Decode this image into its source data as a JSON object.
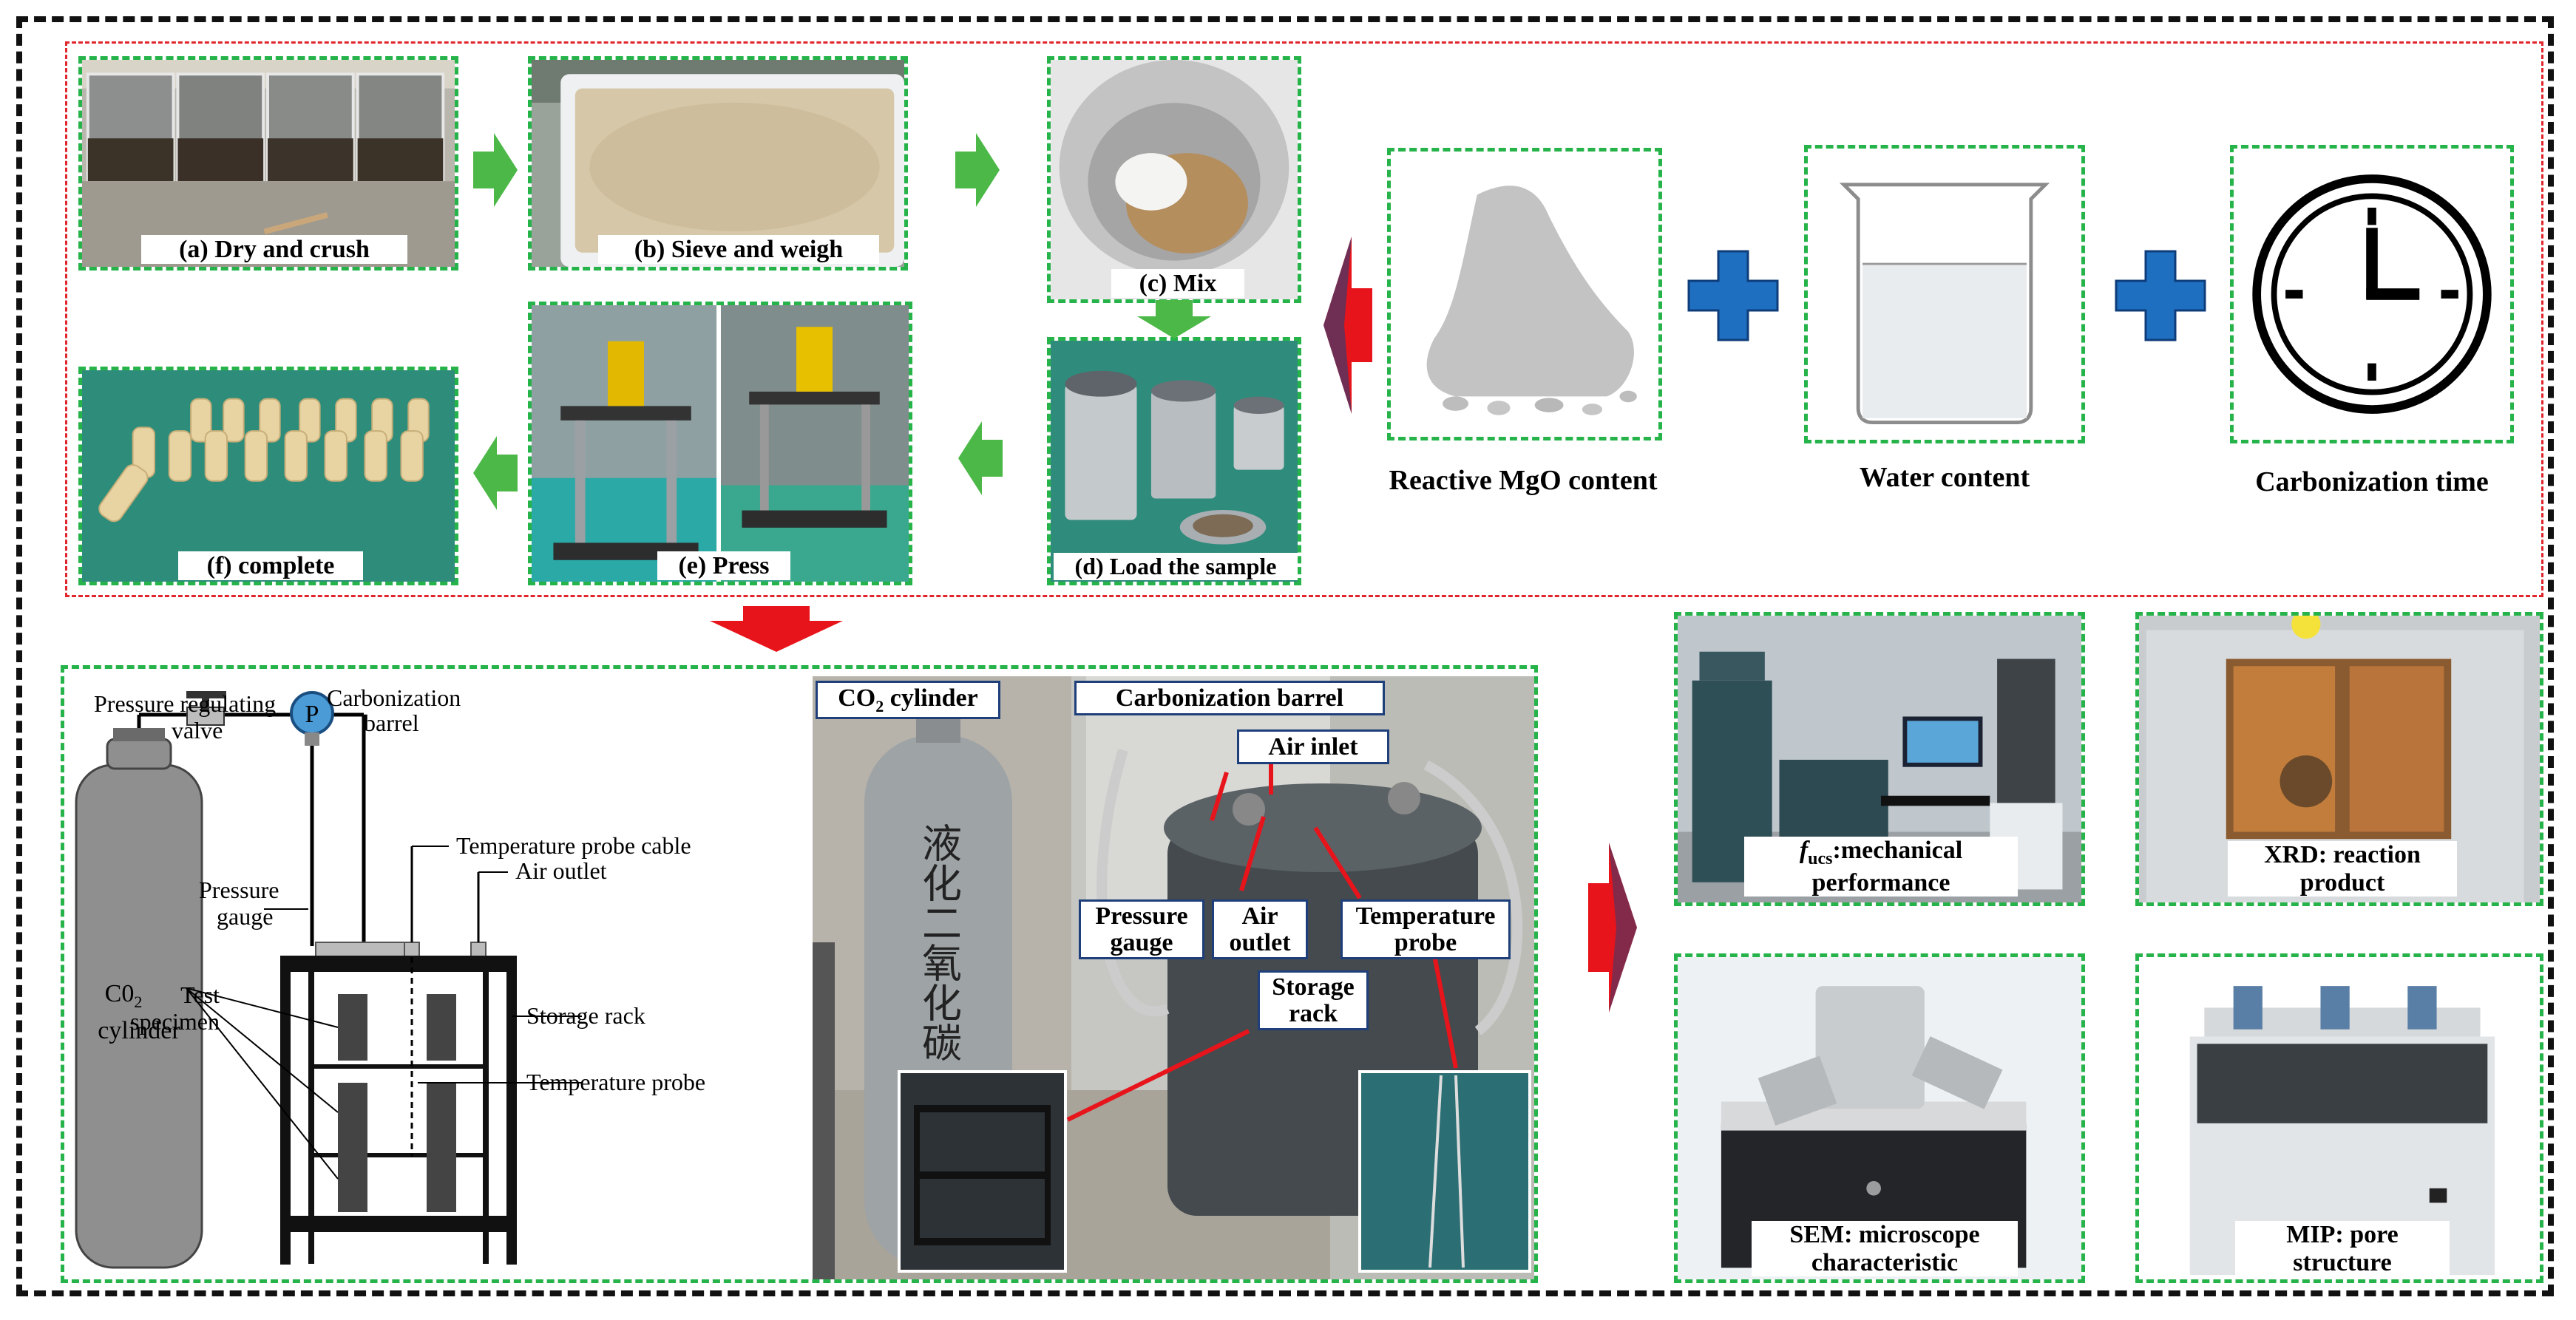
{
  "process_steps": {
    "a": "(a) Dry and crush",
    "b": "(b) Sieve and weigh",
    "c": "(c) Mix",
    "d": "(d) Load the sample",
    "e": "(e) Press",
    "f": "(f) complete"
  },
  "factors": {
    "mgo": "Reactive MgO content",
    "water": "Water content",
    "time": "Carbonization time"
  },
  "schematic": {
    "pressure_valve_l1": "Pressure regulating",
    "pressure_valve_l2": "valve",
    "barrel_l1": "Carbonization",
    "barrel_l2": "barrel",
    "gauge_symbol": "P",
    "gauge_l1": "Pressure",
    "gauge_l2": "gauge",
    "probe_cable": "Temperature probe cable",
    "air_outlet": "Air outlet",
    "cylinder_l1": "C0",
    "cylinder_sub": "2",
    "cylinder_l2": "cylinder",
    "specimen_l1": "Test",
    "specimen_l2": "specimen",
    "storage_rack": "Storage rack",
    "temp_probe": "Temperature probe"
  },
  "photo_labels": {
    "co2_pre": "CO",
    "co2_sub": "2",
    "co2_post": " cylinder",
    "barrel": "Carbonization barrel",
    "air_inlet": "Air inlet",
    "gauge_l1": "Pressure",
    "gauge_l2": "gauge",
    "outlet_l1": "Air",
    "outlet_l2": "outlet",
    "probe_l1": "Temperature",
    "probe_l2": "probe",
    "rack_l1": "Storage",
    "rack_l2": "rack",
    "cylinder_text": "液化二氧化碳"
  },
  "tests": {
    "ucs_f": "f",
    "ucs_sub": "ucs",
    "ucs_l1": ":mechanical",
    "ucs_l2": "performance",
    "xrd_l1": "XRD: reaction",
    "xrd_l2": "product",
    "sem_l1": "SEM: microscope",
    "sem_l2": "characteristic",
    "mip_l1": "MIP: pore",
    "mip_l2": "structure"
  },
  "colors": {
    "green_dash": "#25b34a",
    "red_dash": "#e0262c",
    "arrow_green": "#4cb847",
    "arrow_red": "#e8141b",
    "plus_blue": "#1f6fc1",
    "label_border": "#1e3f7a"
  }
}
